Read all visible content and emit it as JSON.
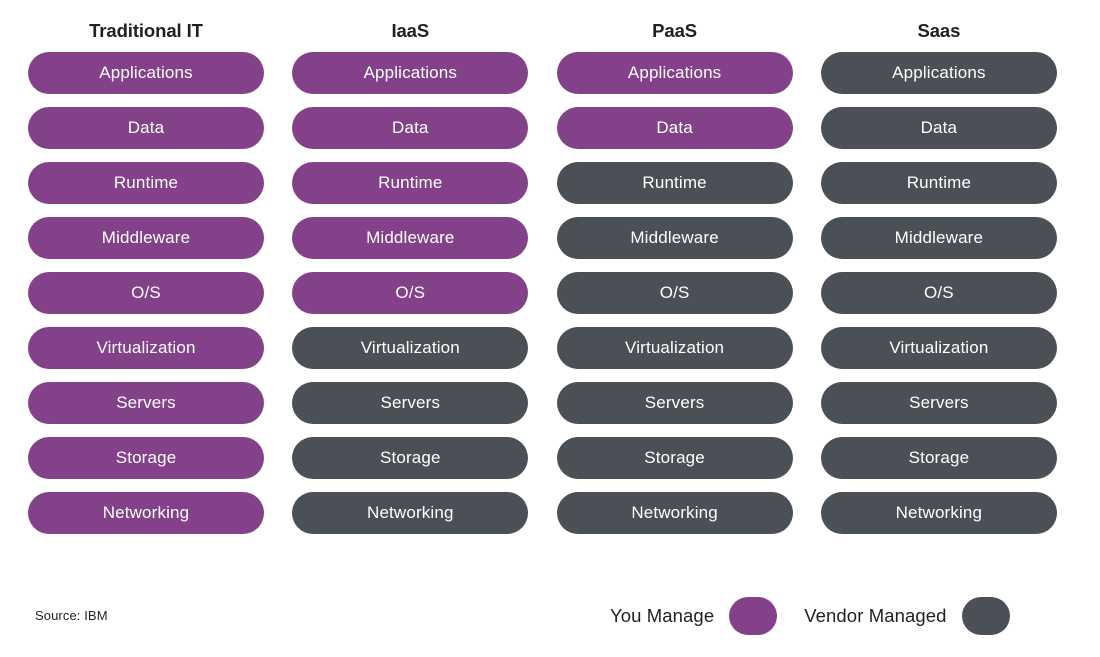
{
  "colors": {
    "you_manage": "#83418a",
    "vendor_managed": "#4a5055",
    "text_dark": "#231f20",
    "pill_text": "#ffffff",
    "background": "#ffffff"
  },
  "source_note": "Source: IBM",
  "legend": {
    "items": [
      {
        "label": "You Manage",
        "key": "you-manage",
        "swatch_name": "purple-pill-swatch"
      },
      {
        "label": "Vendor Managed",
        "key": "vendor-managed",
        "swatch_name": "gray-pill-swatch"
      }
    ]
  },
  "layers": [
    "Applications",
    "Data",
    "Runtime",
    "Middleware",
    "O/S",
    "Virtualization",
    "Servers",
    "Storage",
    "Networking"
  ],
  "chart_data": {
    "type": "table",
    "title": "",
    "xlabel": "",
    "ylabel": "",
    "categories": [
      "Traditional IT",
      "IaaS",
      "PaaS",
      "Saas"
    ],
    "rows": [
      "Applications",
      "Data",
      "Runtime",
      "Middleware",
      "O/S",
      "Virtualization",
      "Servers",
      "Storage",
      "Networking"
    ],
    "legend_entries": [
      "You Manage",
      "Vendor Managed"
    ],
    "legend_position": "bottom-right",
    "grid": false,
    "series": [
      {
        "name": "Traditional IT",
        "values": [
          "you-manage",
          "you-manage",
          "you-manage",
          "you-manage",
          "you-manage",
          "you-manage",
          "you-manage",
          "you-manage",
          "you-manage"
        ]
      },
      {
        "name": "IaaS",
        "values": [
          "you-manage",
          "you-manage",
          "you-manage",
          "you-manage",
          "you-manage",
          "vendor-managed",
          "vendor-managed",
          "vendor-managed",
          "vendor-managed"
        ]
      },
      {
        "name": "PaaS",
        "values": [
          "you-manage",
          "you-manage",
          "vendor-managed",
          "vendor-managed",
          "vendor-managed",
          "vendor-managed",
          "vendor-managed",
          "vendor-managed",
          "vendor-managed"
        ]
      },
      {
        "name": "Saas",
        "values": [
          "vendor-managed",
          "vendor-managed",
          "vendor-managed",
          "vendor-managed",
          "vendor-managed",
          "vendor-managed",
          "vendor-managed",
          "vendor-managed",
          "vendor-managed"
        ]
      }
    ]
  },
  "columns": [
    {
      "header": "Traditional IT",
      "cells": [
        {
          "label": "Applications",
          "owner": "you-manage"
        },
        {
          "label": "Data",
          "owner": "you-manage"
        },
        {
          "label": "Runtime",
          "owner": "you-manage"
        },
        {
          "label": "Middleware",
          "owner": "you-manage"
        },
        {
          "label": "O/S",
          "owner": "you-manage"
        },
        {
          "label": "Virtualization",
          "owner": "you-manage"
        },
        {
          "label": "Servers",
          "owner": "you-manage"
        },
        {
          "label": "Storage",
          "owner": "you-manage"
        },
        {
          "label": "Networking",
          "owner": "you-manage"
        }
      ]
    },
    {
      "header": "IaaS",
      "cells": [
        {
          "label": "Applications",
          "owner": "you-manage"
        },
        {
          "label": "Data",
          "owner": "you-manage"
        },
        {
          "label": "Runtime",
          "owner": "you-manage"
        },
        {
          "label": "Middleware",
          "owner": "you-manage"
        },
        {
          "label": "O/S",
          "owner": "you-manage"
        },
        {
          "label": "Virtualization",
          "owner": "vendor-managed"
        },
        {
          "label": "Servers",
          "owner": "vendor-managed"
        },
        {
          "label": "Storage",
          "owner": "vendor-managed"
        },
        {
          "label": "Networking",
          "owner": "vendor-managed"
        }
      ]
    },
    {
      "header": "PaaS",
      "cells": [
        {
          "label": "Applications",
          "owner": "you-manage"
        },
        {
          "label": "Data",
          "owner": "you-manage"
        },
        {
          "label": "Runtime",
          "owner": "vendor-managed"
        },
        {
          "label": "Middleware",
          "owner": "vendor-managed"
        },
        {
          "label": "O/S",
          "owner": "vendor-managed"
        },
        {
          "label": "Virtualization",
          "owner": "vendor-managed"
        },
        {
          "label": "Servers",
          "owner": "vendor-managed"
        },
        {
          "label": "Storage",
          "owner": "vendor-managed"
        },
        {
          "label": "Networking",
          "owner": "vendor-managed"
        }
      ]
    },
    {
      "header": "Saas",
      "cells": [
        {
          "label": "Applications",
          "owner": "vendor-managed"
        },
        {
          "label": "Data",
          "owner": "vendor-managed"
        },
        {
          "label": "Runtime",
          "owner": "vendor-managed"
        },
        {
          "label": "Middleware",
          "owner": "vendor-managed"
        },
        {
          "label": "O/S",
          "owner": "vendor-managed"
        },
        {
          "label": "Virtualization",
          "owner": "vendor-managed"
        },
        {
          "label": "Servers",
          "owner": "vendor-managed"
        },
        {
          "label": "Storage",
          "owner": "vendor-managed"
        },
        {
          "label": "Networking",
          "owner": "vendor-managed"
        }
      ]
    }
  ]
}
